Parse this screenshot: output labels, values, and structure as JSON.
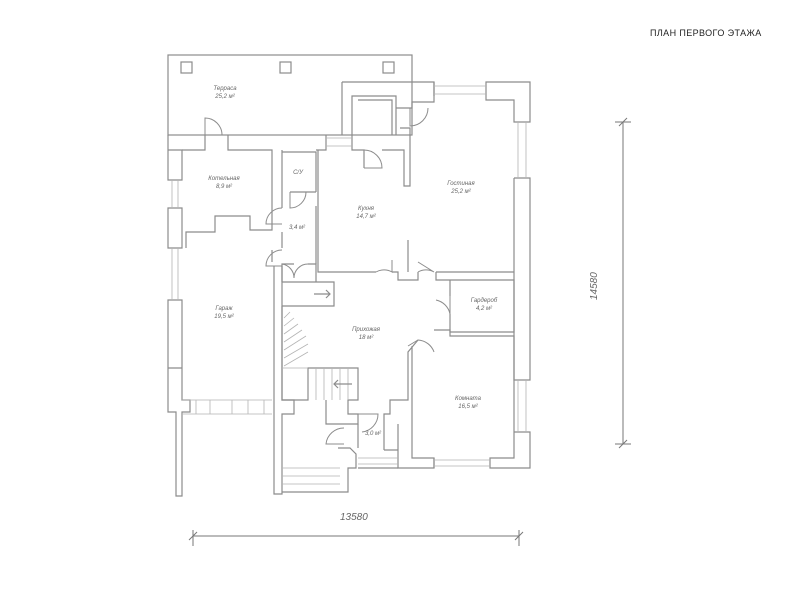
{
  "title": "ПЛАН ПЕРВОГО ЭТАЖА",
  "rooms": [
    {
      "name": "Терраса",
      "area": "25,2 м²"
    },
    {
      "name": "Котельная",
      "area": "8,9 м²"
    },
    {
      "name": "С/У",
      "area": ""
    },
    {
      "name": "",
      "area": "3,4 м²"
    },
    {
      "name": "Кухня",
      "area": "14,7 м²"
    },
    {
      "name": "Гостиная",
      "area": "25,2 м²"
    },
    {
      "name": "Гараж",
      "area": "19,5 м²"
    },
    {
      "name": "Прихожая",
      "area": "18 м²"
    },
    {
      "name": "Гардероб",
      "area": "4,2 м²"
    },
    {
      "name": "Комната",
      "area": "16,5 м²"
    },
    {
      "name": "",
      "area": "3,0 м²"
    }
  ],
  "dimensions": {
    "width": "13580",
    "depth": "14580"
  }
}
